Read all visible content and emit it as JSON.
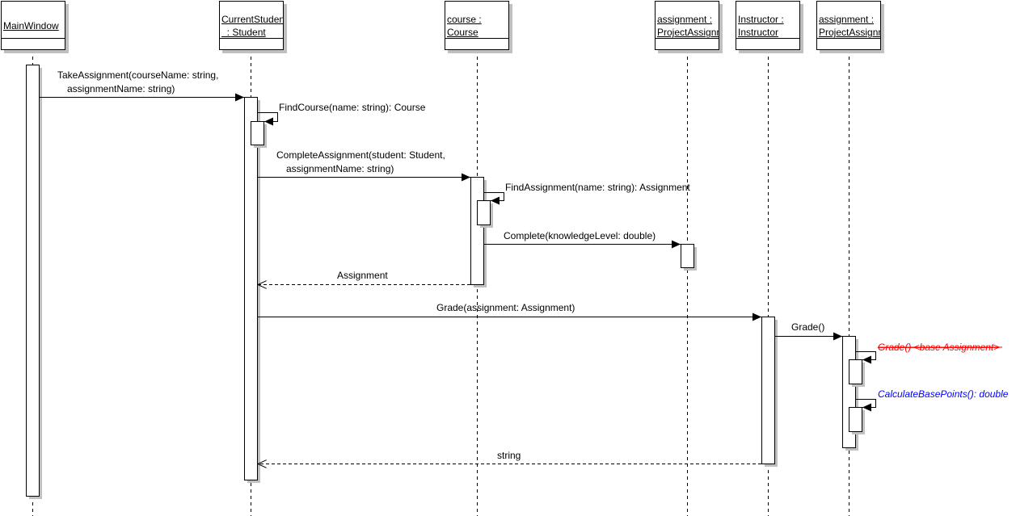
{
  "lifelines": [
    {
      "id": "main-window",
      "lines": [
        "MainWindow"
      ]
    },
    {
      "id": "current-student",
      "lines": [
        "CurrentStudent",
        "  : Student"
      ]
    },
    {
      "id": "course",
      "lines": [
        "course :",
        "Course"
      ]
    },
    {
      "id": "assignment-1",
      "lines": [
        "assignment :",
        "ProjectAssignment"
      ]
    },
    {
      "id": "instructor",
      "lines": [
        "Instructor :",
        "Instructor"
      ]
    },
    {
      "id": "assignment-2",
      "lines": [
        "assignment :",
        "ProjectAssignment"
      ]
    }
  ],
  "messages": {
    "take_assignment": [
      "TakeAssignment(courseName: string,",
      "assignmentName: string)"
    ],
    "find_course": "FindCourse(name: string): Course",
    "complete_assignment": [
      "CompleteAssignment(student: Student,",
      "assignmentName: string)"
    ],
    "find_assignment": "FindAssignment(name: string): Assignment",
    "complete": "Complete(knowledgeLevel: double)",
    "return_assignment": "Assignment",
    "grade_instructor": "Grade(assignment: Assignment)",
    "grade": "Grade()",
    "grade_base": "Grade() <base Assignment>",
    "calculate_base_points": "CalculateBasePoints(): double",
    "return_string": "string"
  },
  "colors": {
    "deleted": "#ff0000",
    "highlight": "#0000ff",
    "shadow": "#c0c0c0"
  }
}
